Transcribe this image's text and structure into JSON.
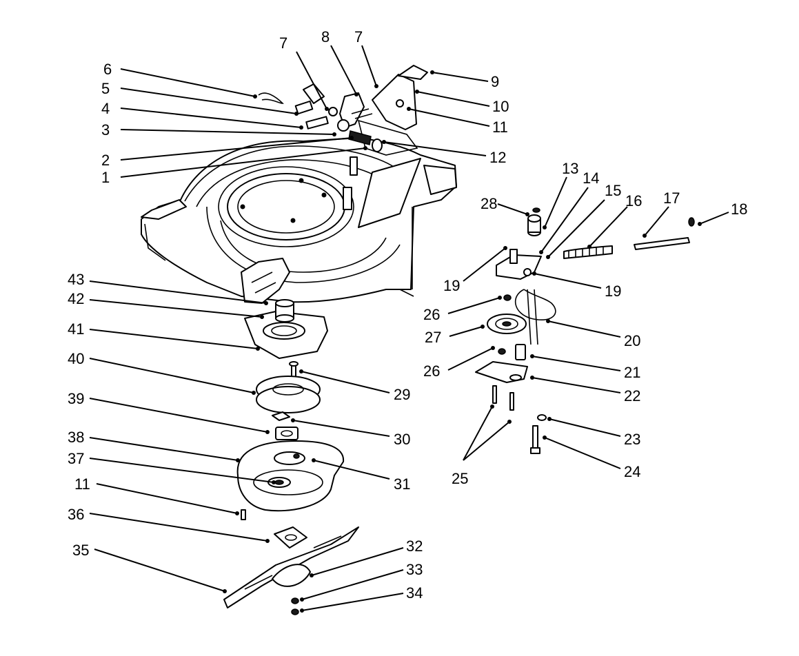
{
  "diagram": {
    "callouts": [
      {
        "id": "c1",
        "label": "1"
      },
      {
        "id": "c2",
        "label": "2"
      },
      {
        "id": "c3",
        "label": "3"
      },
      {
        "id": "c4",
        "label": "4"
      },
      {
        "id": "c5",
        "label": "5"
      },
      {
        "id": "c6",
        "label": "6"
      },
      {
        "id": "c7a",
        "label": "7"
      },
      {
        "id": "c8",
        "label": "8"
      },
      {
        "id": "c7b",
        "label": "7"
      },
      {
        "id": "c9",
        "label": "9"
      },
      {
        "id": "c10",
        "label": "10"
      },
      {
        "id": "c11a",
        "label": "11"
      },
      {
        "id": "c12",
        "label": "12"
      },
      {
        "id": "c13",
        "label": "13"
      },
      {
        "id": "c14",
        "label": "14"
      },
      {
        "id": "c15",
        "label": "15"
      },
      {
        "id": "c16",
        "label": "16"
      },
      {
        "id": "c17",
        "label": "17"
      },
      {
        "id": "c18",
        "label": "18"
      },
      {
        "id": "c28",
        "label": "28"
      },
      {
        "id": "c19a",
        "label": "19"
      },
      {
        "id": "c19b",
        "label": "19"
      },
      {
        "id": "c26a",
        "label": "26"
      },
      {
        "id": "c27",
        "label": "27"
      },
      {
        "id": "c20",
        "label": "20"
      },
      {
        "id": "c26b",
        "label": "26"
      },
      {
        "id": "c21",
        "label": "21"
      },
      {
        "id": "c22",
        "label": "22"
      },
      {
        "id": "c23",
        "label": "23"
      },
      {
        "id": "c24",
        "label": "24"
      },
      {
        "id": "c25",
        "label": "25"
      },
      {
        "id": "c43",
        "label": "43"
      },
      {
        "id": "c42",
        "label": "42"
      },
      {
        "id": "c41",
        "label": "41"
      },
      {
        "id": "c40",
        "label": "40"
      },
      {
        "id": "c29",
        "label": "29"
      },
      {
        "id": "c39",
        "label": "39"
      },
      {
        "id": "c30",
        "label": "30"
      },
      {
        "id": "c38",
        "label": "38"
      },
      {
        "id": "c37",
        "label": "37"
      },
      {
        "id": "c31",
        "label": "31"
      },
      {
        "id": "c11b",
        "label": "11"
      },
      {
        "id": "c36",
        "label": "36"
      },
      {
        "id": "c35",
        "label": "35"
      },
      {
        "id": "c32",
        "label": "32"
      },
      {
        "id": "c33",
        "label": "33"
      },
      {
        "id": "c34",
        "label": "34"
      }
    ]
  }
}
